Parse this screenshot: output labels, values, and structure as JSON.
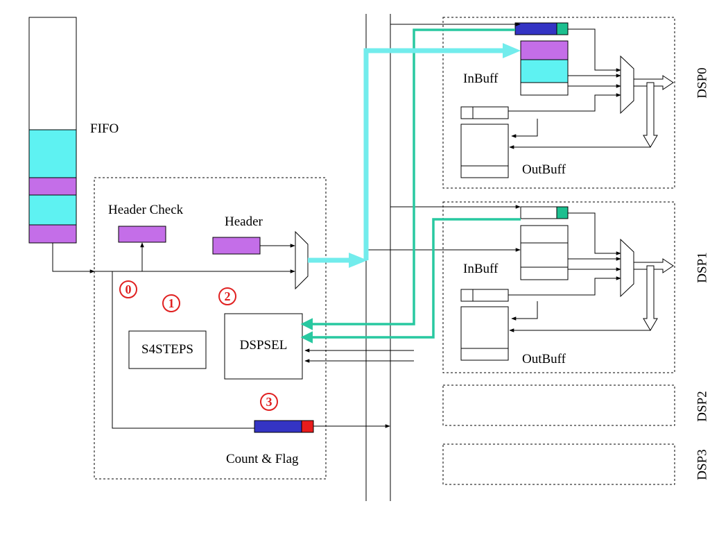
{
  "labels": {
    "fifo": "FIFO",
    "header_check": "Header Check",
    "header": "Header",
    "s4steps": "S4STEPS",
    "dspsel": "DSPSEL",
    "count_flag": "Count & Flag",
    "inbuff0": "InBuff",
    "outbuff0": "OutBuff",
    "inbuff1": "InBuff",
    "outbuff1": "OutBuff",
    "dsp0": "DSP0",
    "dsp1": "DSP1",
    "dsp2": "DSP2",
    "dsp3": "DSP3"
  },
  "steps": [
    "0",
    "1",
    "2",
    "3"
  ],
  "colors": {
    "cyan": "#5ef2f2",
    "purple": "#c46ee8",
    "blue": "#3434c4",
    "teal": "#1cbf8f",
    "red": "#e81c1c",
    "arrow_cyan": "#72ecec",
    "arrow_teal": "#28c8a0",
    "step_red": "#e02020"
  }
}
